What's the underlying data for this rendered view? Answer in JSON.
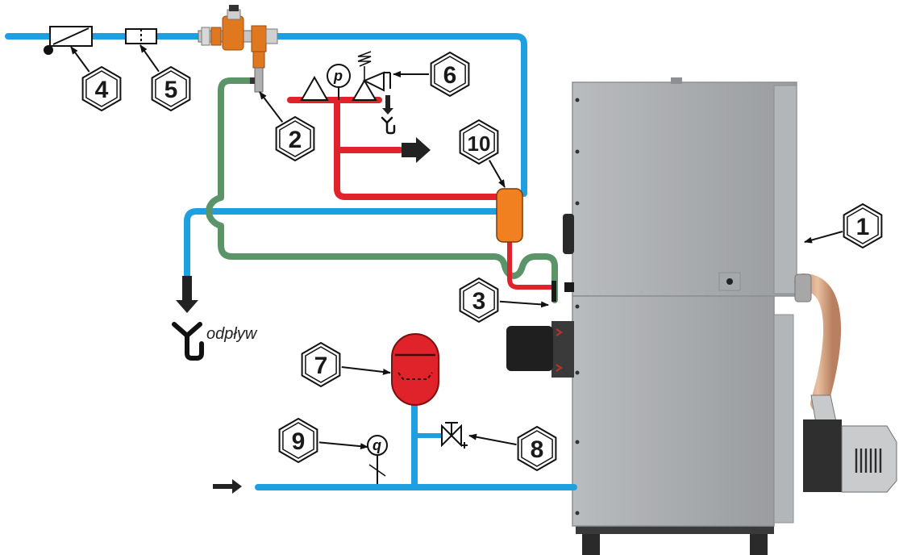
{
  "diagram": {
    "drain_label": "odpływ",
    "pressure_gauge_symbol": "p",
    "thermometer_symbol": "q",
    "callouts": [
      {
        "id": "1",
        "label": "1"
      },
      {
        "id": "2",
        "label": "2"
      },
      {
        "id": "3",
        "label": "3"
      },
      {
        "id": "4",
        "label": "4"
      },
      {
        "id": "5",
        "label": "5"
      },
      {
        "id": "6",
        "label": "6"
      },
      {
        "id": "7",
        "label": "7"
      },
      {
        "id": "8",
        "label": "8"
      },
      {
        "id": "9",
        "label": "9"
      },
      {
        "id": "10",
        "label": "10"
      }
    ],
    "colors": {
      "cold_water_pipe": "#1ea0e0",
      "hot_pipe": "#e0222a",
      "return_pipe": "#5a9468",
      "heat_exchanger": "#f08020",
      "boiler_body": "#a8abad",
      "expansion_vessel": "#e0222a"
    }
  }
}
